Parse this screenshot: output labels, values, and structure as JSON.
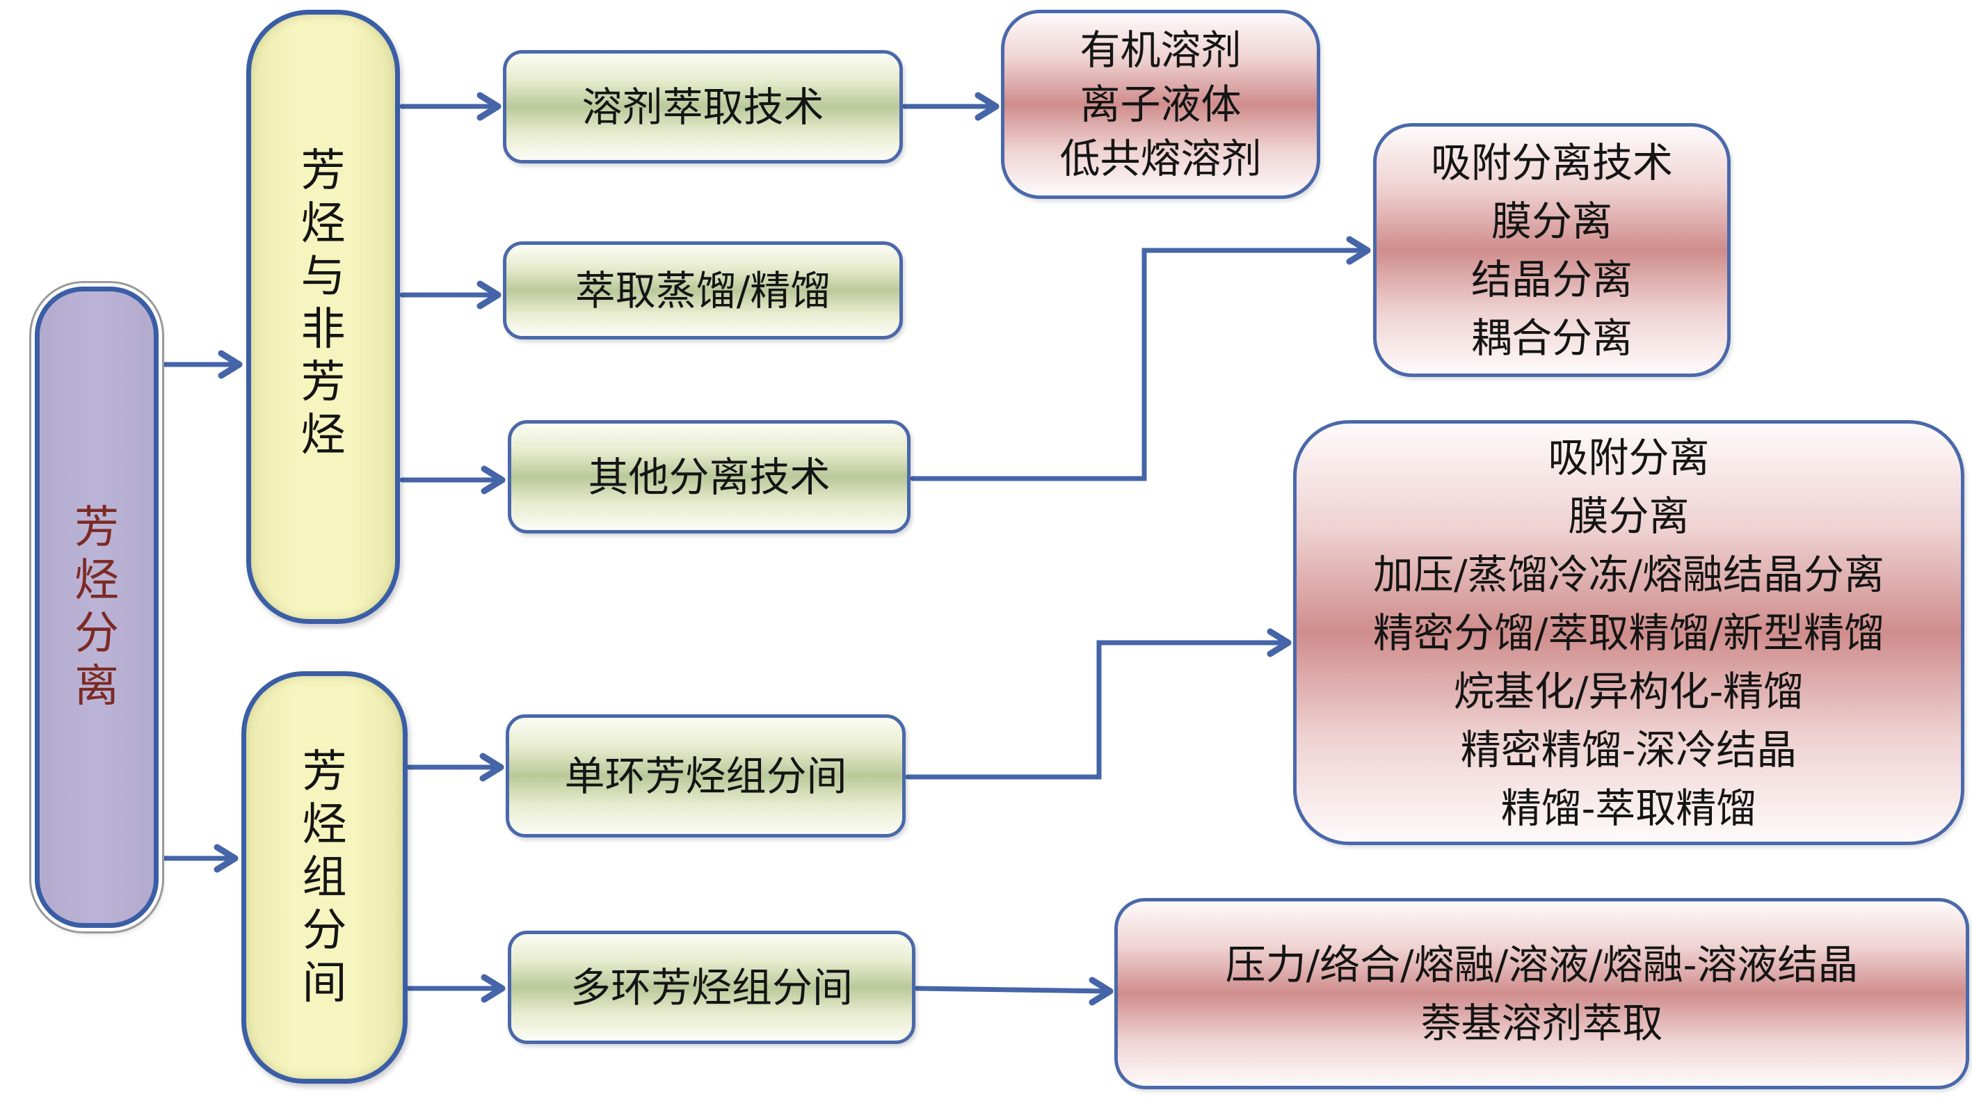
{
  "diagram": {
    "root": {
      "label": "芳烃分离",
      "chars": [
        "芳",
        "烃",
        "分",
        "离"
      ]
    },
    "categories": [
      {
        "label": "芳烃与非芳烃",
        "chars": [
          "芳",
          "烃",
          "与",
          "非",
          "芳",
          "烃"
        ],
        "methods": [
          {
            "label": "溶剂萃取技术",
            "details": [
              "有机溶剂",
              "离子液体",
              "低共熔溶剂"
            ]
          },
          {
            "label": "萃取蒸馏/精馏",
            "details": []
          },
          {
            "label": "其他分离技术",
            "details": [
              "吸附分离技术",
              "膜分离",
              "结晶分离",
              "耦合分离"
            ]
          }
        ]
      },
      {
        "label": "芳烃组分间",
        "chars": [
          "芳",
          "烃",
          "组",
          "分",
          "间"
        ],
        "methods": [
          {
            "label": "单环芳烃组分间",
            "details": [
              "吸附分离",
              "膜分离",
              "加压/蒸馏冷冻/熔融结晶分离",
              "精密分馏/萃取精馏/新型精馏",
              "烷基化/异构化-精馏",
              "精密精馏-深冷结晶",
              "精馏-萃取精馏"
            ]
          },
          {
            "label": "多环芳烃组分间",
            "details": [
              "压力/络合/熔融/溶液/熔融-溶液结晶",
              "萘基溶剂萃取"
            ]
          }
        ]
      }
    ]
  },
  "colors": {
    "connector": "#4565a8",
    "border": "#3a5ea6",
    "root_fill": "#bcb4d6",
    "root_text": "#7c2a24",
    "category_fill": "#f6f5bf",
    "method_fill": "#bac99a",
    "detail_fill": "#cf8d8c"
  }
}
